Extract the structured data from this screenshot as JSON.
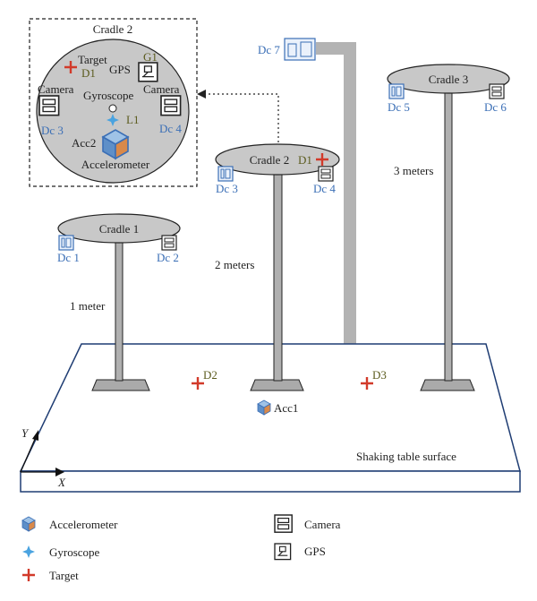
{
  "colors": {
    "target": "#d23a2a",
    "camera_label": "#3b6fb6",
    "gps_label": "#5b5b1e",
    "table_border": "#1f3d73",
    "cradle_fill": "#c8c8c8",
    "column": "#b0b0b0",
    "gyroscope": "#4aa3e0"
  },
  "inset": {
    "title": "Cradle 2",
    "gps_id": "G1",
    "gps_label": "GPS",
    "target_label": "Target",
    "target_id": "D1",
    "camera_left_label": "Camera",
    "camera_right_label": "Camera",
    "camera_left_id": "Dc 3",
    "camera_right_id": "Dc 4",
    "gyroscope_label": "Gyroscope",
    "gyro_id": "L1",
    "acc_id": "Acc2",
    "accelerometer_label": "Accelerometer"
  },
  "cradles": {
    "c1": {
      "label": "Cradle 1",
      "cam_left": "Dc 1",
      "cam_right": "Dc 2",
      "height": "1 meter"
    },
    "c2": {
      "label": "Cradle 2",
      "cam_left": "Dc 3",
      "cam_right": "Dc 4",
      "target": "D1",
      "height": "2 meters"
    },
    "c3": {
      "label": "Cradle 3",
      "cam_left": "Dc 5",
      "cam_right": "Dc 6",
      "height": "3 meters"
    }
  },
  "fixed_camera": "Dc 7",
  "table": {
    "targets": [
      "D2",
      "D3"
    ],
    "acc": "Acc1",
    "surface_label": "Shaking table surface",
    "axis_y": "Y",
    "axis_x": "X"
  },
  "legend": {
    "accelerometer": "Accelerometer",
    "gyroscope": "Gyroscope",
    "target": "Target",
    "camera": "Camera",
    "gps": "GPS"
  },
  "icons": [
    "accelerometer-icon",
    "gyroscope-icon",
    "target-icon",
    "camera-icon",
    "gps-icon"
  ]
}
